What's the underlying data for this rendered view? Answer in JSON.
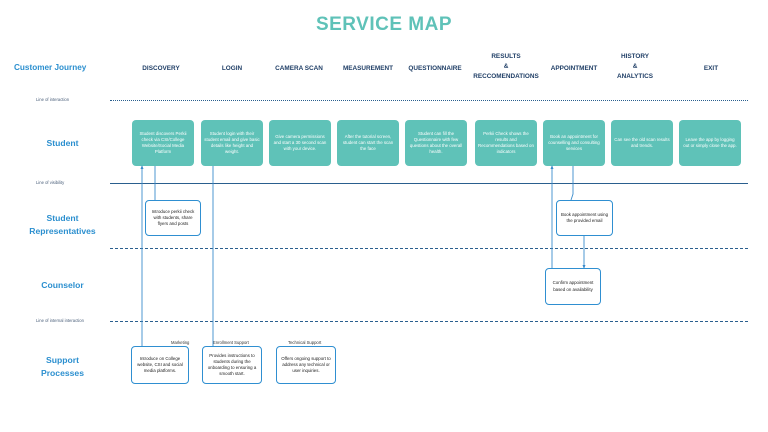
{
  "title": "SERVICE MAP",
  "journey_label": "Customer Journey",
  "stages": [
    {
      "lines": [
        "DISCOVERY"
      ]
    },
    {
      "lines": [
        "LOGIN"
      ]
    },
    {
      "lines": [
        "CAMERA SCAN"
      ]
    },
    {
      "lines": [
        "MEASUREMENT"
      ]
    },
    {
      "lines": [
        "QUESTIONNAIRE"
      ]
    },
    {
      "lines": [
        "RESULTS",
        "&",
        "RECCOMENDATIONS"
      ]
    },
    {
      "lines": [
        "APPOINTMENT"
      ]
    },
    {
      "lines": [
        "HISTORY",
        "&",
        "ANALYTICS"
      ]
    },
    {
      "lines": [
        "EXIT"
      ]
    }
  ],
  "rows": {
    "student": {
      "lines": [
        "Student"
      ]
    },
    "representatives": {
      "lines": [
        "Student",
        "Representatives"
      ]
    },
    "counselor": {
      "lines": [
        "Counselor"
      ]
    },
    "support": {
      "lines": [
        "Support",
        "Processes"
      ]
    }
  },
  "line_labels": {
    "interaction": "Line of interaction",
    "visibility": "Line of visibility",
    "internal": "Line of internal interaction"
  },
  "student_cards": [
    "Student discovers Perkii check via CSI/College Website/Social Media Platform",
    "Student login with their student email and give basic details like height and weight.",
    "Give camera permissions and start a 30 second scan with your device.",
    "After the tutorial screen, student can start the scan the face",
    "Student can fill the Questionnaire with few questions about the overall health.",
    "Perkii Check shows the results and Recommendations based on indicators",
    "Book an appointment for counselling and consulting services",
    "Can see the old scan results and trends.",
    "Leave the app by logging out or simply close the app."
  ],
  "representatives": {
    "introduce": "Introduce perkii check with students, share flyers and posts",
    "book": "Book appointment using the provided email"
  },
  "counselor": {
    "confirm": "Confirm appointment based on availability"
  },
  "support": [
    {
      "tag": "Marketing",
      "text": "Introduce on College website, CSI and social media platforms."
    },
    {
      "tag": "Enrollment Support",
      "text": "Provides instructions to students during the onboarding to ensuring a smooth start."
    },
    {
      "tag": "Technical Support",
      "text": "Offers ongoing support to address any technical or user inquiries."
    }
  ],
  "colors": {
    "teal": "#5fc2b8",
    "blue": "#2b8fcf",
    "navy": "#1f3e66",
    "line": "#2a5f8e"
  }
}
